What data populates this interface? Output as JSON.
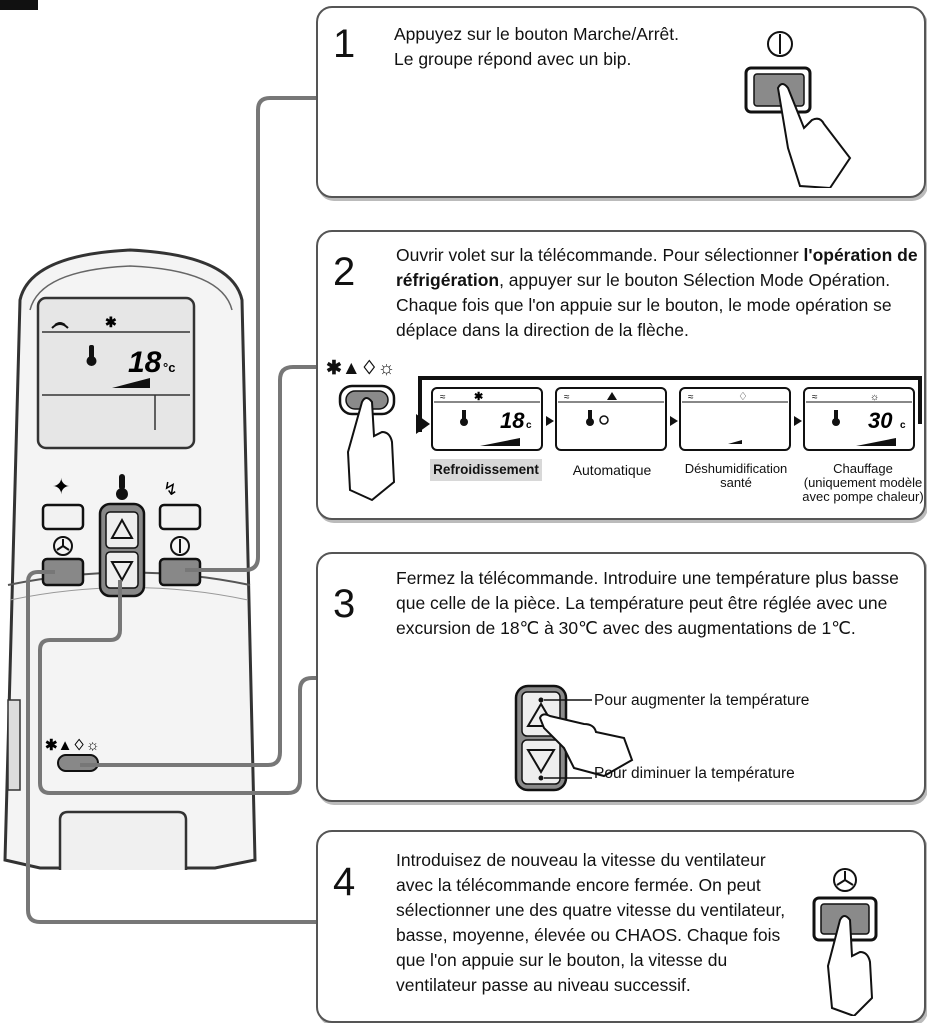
{
  "steps": [
    {
      "number": "1",
      "text": "Appuyez sur le bouton Marche/Arrêt. Le groupe répond avec un bip."
    },
    {
      "number": "2",
      "text_before": "Ouvrir volet sur la télécommande. Pour sélectionner ",
      "text_bold": "l'opération de réfrigération",
      "text_after": ", appuyer sur le bouton Sélection Mode Opération. Chaque fois que l'on appuie sur le bouton, le mode opération se déplace dans la direction de la flèche."
    },
    {
      "number": "3",
      "text": "Fermez la télécommande. Introduire une température plus basse que celle de la pièce. La température peut être réglée avec une excursion de 18℃ à 30℃ avec des augmentations de 1℃."
    },
    {
      "number": "4",
      "text": "Introduisez de nouveau la vitesse du ventilateur avec la télécommande encore fermée. On peut sélectionner une des quatre vitesse du ventilateur, basse, moyenne, élevée ou CHAOS. Chaque fois que l'on appuie sur le bouton, la vitesse du ventilateur passe au niveau successif."
    }
  ],
  "modes": [
    {
      "label": "Refroidissement"
    },
    {
      "label": "Automatique"
    },
    {
      "label_line1": "Déshumidification",
      "label_line2": "santé"
    },
    {
      "label_line1": "Chauffage",
      "label_line2": "(uniquement modèle",
      "label_line3": "avec pompe chaleur)"
    }
  ],
  "temp_buttons": {
    "up_label": "Pour augmenter la température",
    "down_label": "Pour diminuer la température"
  },
  "remote_display": {
    "temperature": "18",
    "unit": "°c"
  },
  "mode_displays": {
    "cool_temp": "18",
    "heat_temp": "30",
    "unit": "c"
  },
  "icons": {
    "mode_symbols": "✱▲♢☼"
  },
  "colors": {
    "border": "#555555",
    "highlight": "#d8d8d8",
    "button_gray": "#8a8a8a"
  }
}
